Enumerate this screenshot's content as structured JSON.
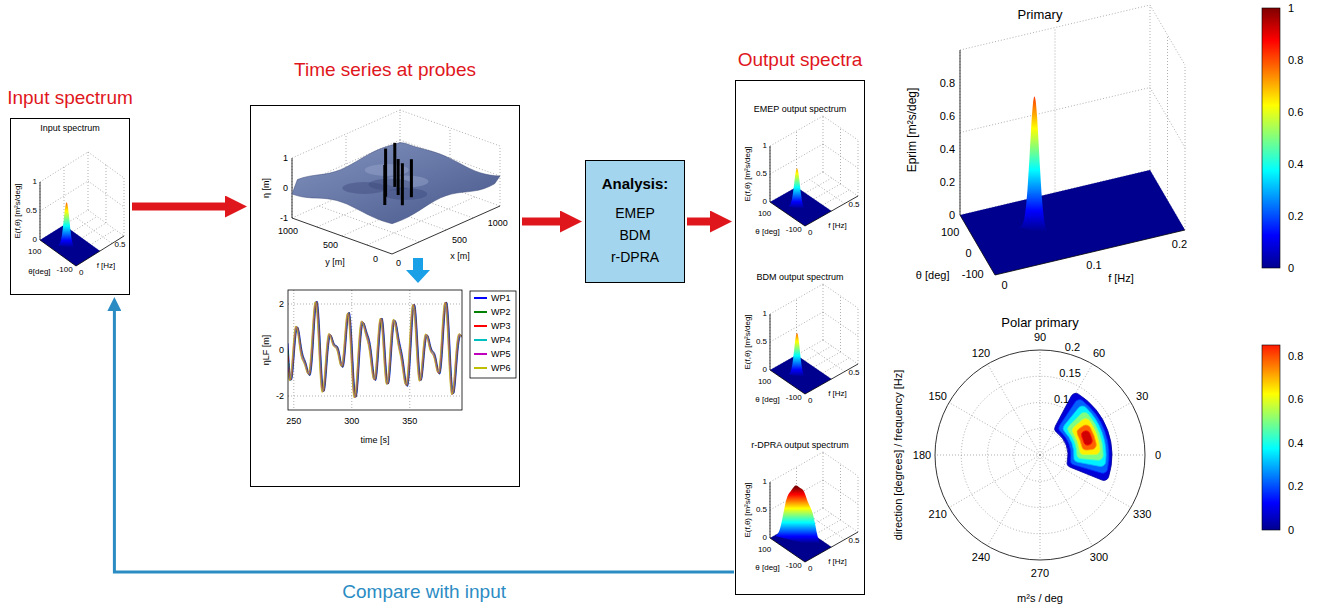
{
  "diagram": {
    "nodes": [
      {
        "text": [
          "Input spectrum",
          "Input spectrum"
        ]
      },
      {
        "text": [
          "Time series at probes"
        ]
      },
      {
        "text": [
          "Analysis:",
          "EMEP",
          "BDM",
          "r-DPRA"
        ]
      },
      {
        "text": [
          "Output spectra",
          "EMEP output spectrum",
          "BDM output spectrum",
          "r-DPRA output spectrum"
        ]
      }
    ],
    "edges": [
      {
        "from": 0,
        "to": 1,
        "arrow": "to"
      },
      {
        "from": 1,
        "to": 2,
        "arrow": "to"
      },
      {
        "from": 2,
        "to": 3,
        "arrow": "to"
      },
      {
        "from": 3,
        "to": 0,
        "arrow": "to",
        "label": "Compare with input"
      }
    ],
    "labels": [
      "E(f,θ) [m²s/deg]",
      "1",
      "0.5",
      "0",
      "100",
      "-100",
      "θ[deg]",
      "0",
      "0.5",
      "f [Hz]",
      "η [m]",
      "1",
      "0",
      "-1",
      "1000",
      "500",
      "0",
      "y [m]",
      "0",
      "500",
      "1000",
      "x [m]",
      "ηLF [m]",
      "2",
      "0",
      "-2",
      "250",
      "300",
      "350",
      "time [s]",
      "E(f,θ) [m²s/deg]",
      "1",
      "0.5",
      "0",
      "100",
      "-100",
      "θ [deg]",
      "0",
      "0.5",
      "f [Hz]",
      "E(f,θ) [m²s/deg]",
      "1",
      "0.5",
      "0",
      "100",
      "-100",
      "θ [deg]",
      "0",
      "0.5",
      "f [Hz]",
      "E(f,θ) [m²s/deg]",
      "1",
      "0.5",
      "0",
      "100",
      "-100",
      "θ [deg]",
      "0",
      "0.5",
      "f [Hz]",
      "Primary",
      "Eprim [m²s/deg]",
      "0.8",
      "0.6",
      "0.4",
      "0.2",
      "0",
      "100",
      "0",
      "-100",
      "θ [deg]",
      "0",
      "0.1",
      "0.2",
      "f [Hz]",
      "1",
      "0.8",
      "0.6",
      "0.4",
      "0.2",
      "0",
      "Polar primary",
      "90",
      "60",
      "30",
      "0",
      "330",
      "300",
      "270",
      "240",
      "210",
      "180",
      "150",
      "120",
      "0.2",
      "0.15",
      "0.1",
      "0.8",
      "0.6",
      "0.4",
      "0.2",
      "0",
      "direction [degrees] / frequency [Hz]",
      "m²s / deg"
    ],
    "legend": [
      {
        "text": "WP1",
        "color": "#0000ff"
      },
      {
        "text": "WP2",
        "color": "#008000"
      },
      {
        "text": "WP3",
        "color": "#ff0000"
      },
      {
        "text": "WP4",
        "color": "#00bfbf"
      },
      {
        "text": "WP5",
        "color": "#bf00bf"
      },
      {
        "text": "WP6",
        "color": "#bfbf00"
      }
    ]
  }
}
